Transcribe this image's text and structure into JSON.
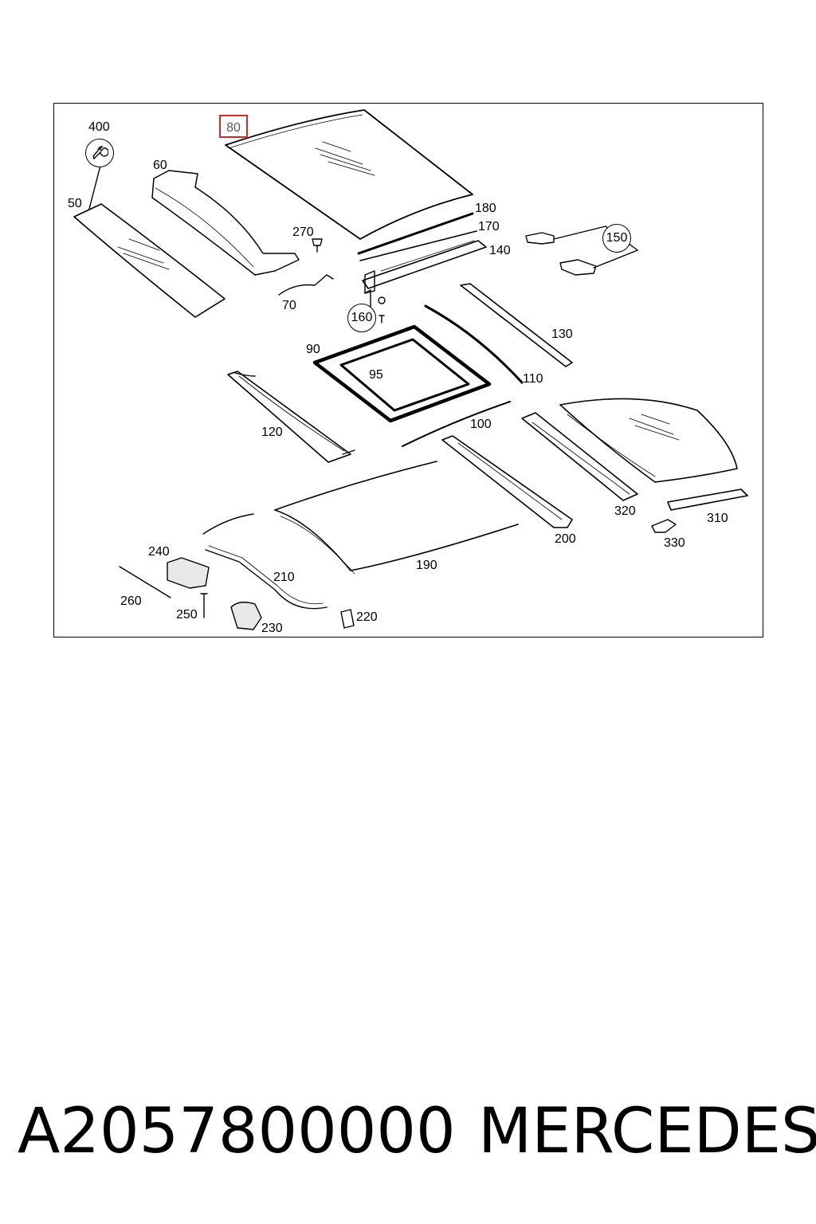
{
  "diagram": {
    "highlighted_part": "80",
    "callouts": {
      "p400": "400",
      "p60": "60",
      "p50": "50",
      "p270": "270",
      "p70": "70",
      "p180": "180",
      "p170": "170",
      "p140": "140",
      "p150": "150",
      "p160": "160",
      "p130": "130",
      "p90": "90",
      "p95": "95",
      "p110": "110",
      "p120": "120",
      "p100": "100",
      "p320": "320",
      "p310": "310",
      "p330": "330",
      "p200": "200",
      "p190": "190",
      "p240": "240",
      "p210": "210",
      "p260": "260",
      "p250": "250",
      "p230": "230",
      "p220": "220"
    },
    "icons": {
      "wrench": "wrench-icon"
    },
    "colors": {
      "highlight": "#d62828",
      "line": "#000000"
    }
  },
  "footer": {
    "part_number": "A2057800000",
    "brand": "MERCEDES"
  }
}
